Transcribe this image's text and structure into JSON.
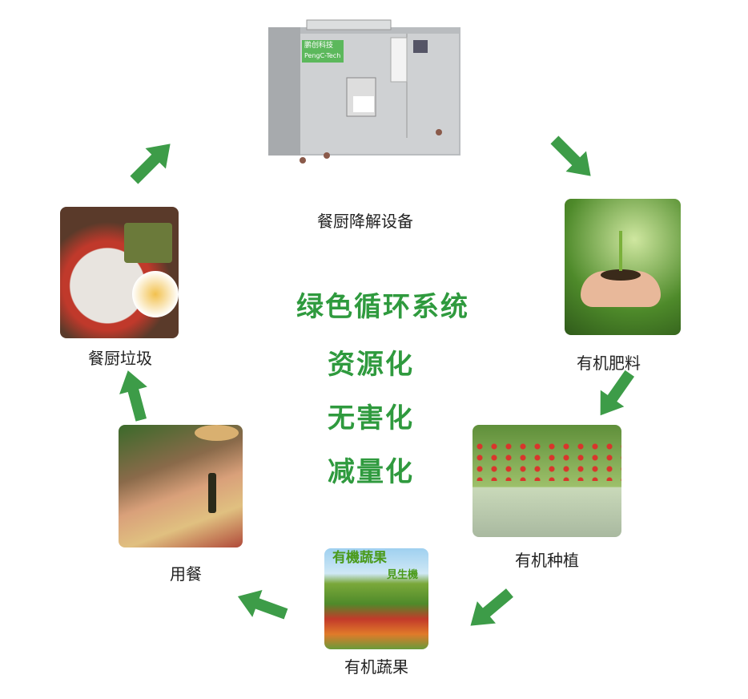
{
  "machine": {
    "brand_cn": "鹏创科技",
    "brand_en": "PengC-Tech",
    "label": "餐厨降解设备"
  },
  "center": {
    "title": "绿色循环系统",
    "items": [
      "资源化",
      "无害化",
      "减量化"
    ]
  },
  "stages": {
    "food_waste": "餐厨垃圾",
    "fertilizer": "有机肥料",
    "planting": "有机种植",
    "produce": "有机蔬果",
    "dining": "用餐"
  },
  "produce_image_text": [
    "有機蔬果",
    "見生機"
  ],
  "colors": {
    "accent": "#2f9a3e",
    "arrow": "#3d9c48"
  }
}
